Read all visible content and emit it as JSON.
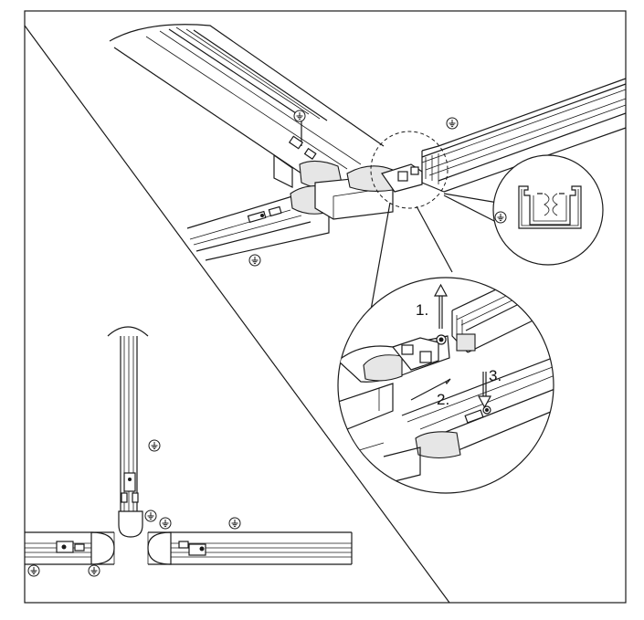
{
  "steps": [
    {
      "label": "1."
    },
    {
      "label": "2."
    },
    {
      "label": "3."
    }
  ],
  "icons": {
    "ground": "protective-earth-symbol"
  },
  "colors": {
    "line": "#1a1a1a",
    "background": "#ffffff",
    "shade": "#e6e6e6"
  }
}
